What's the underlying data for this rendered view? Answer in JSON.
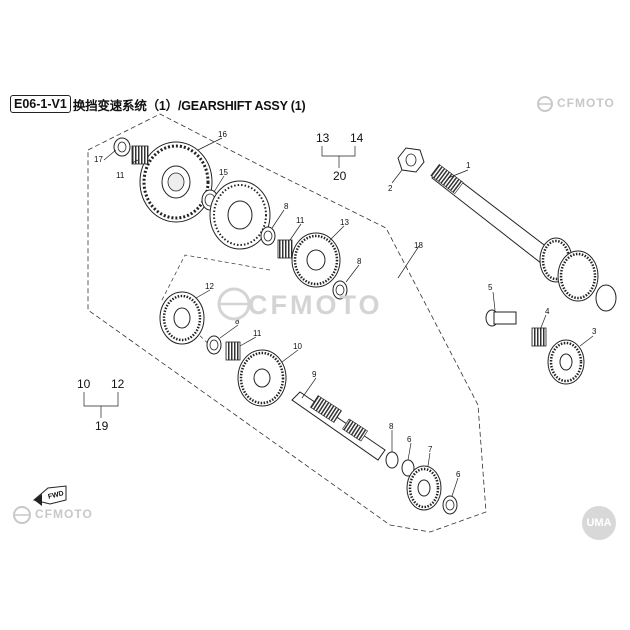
{
  "header": {
    "code": "E06-1-V1",
    "title": "换挡变速系统（1）/GEARSHIFT ASSY (1)"
  },
  "brand": {
    "name": "CFMOTO",
    "badge": "UMA",
    "color": "#c8c8c8"
  },
  "callouts": {
    "p1": "1",
    "p2": "2",
    "p3": "3",
    "p4": "4",
    "p5": "5",
    "p6a": "6",
    "p6b": "6",
    "p7": "7",
    "p8a": "8",
    "p8b": "8",
    "p8c": "8",
    "p8d": "8",
    "p9": "9",
    "p10": "10",
    "p11a": "11",
    "p11b": "11",
    "p11c": "11",
    "p12": "12",
    "p13": "13",
    "p15": "15",
    "p16": "16",
    "p17": "17",
    "p18": "18"
  },
  "groups": {
    "g20": {
      "a": "13",
      "b": "14",
      "total": "20"
    },
    "g19": {
      "a": "10",
      "b": "12",
      "total": "19"
    }
  },
  "fwd_label": "FWD",
  "icons": [
    "cfmoto-logo-icon",
    "uma-badge-icon",
    "fwd-arrow-icon"
  ]
}
